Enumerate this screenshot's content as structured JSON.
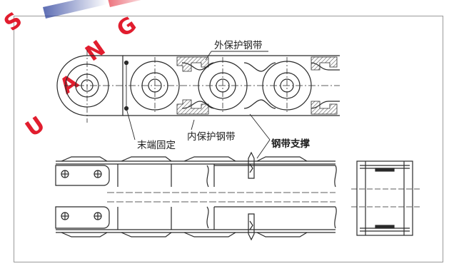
{
  "watermark": {
    "letters": [
      "S",
      "U",
      "A",
      "N",
      "G"
    ],
    "brand_red": "#e11d2e",
    "brand_blue": "#2a3f9c"
  },
  "labels": {
    "outer_steel_band": "外保护钢带",
    "end_fixing": "末端固定",
    "inner_steel_band": "内保护钢带",
    "band_support": "钢带支撑"
  },
  "colors": {
    "line": "#2a2a2a",
    "hatch": "#555555",
    "frame": "#9a9a9a"
  }
}
